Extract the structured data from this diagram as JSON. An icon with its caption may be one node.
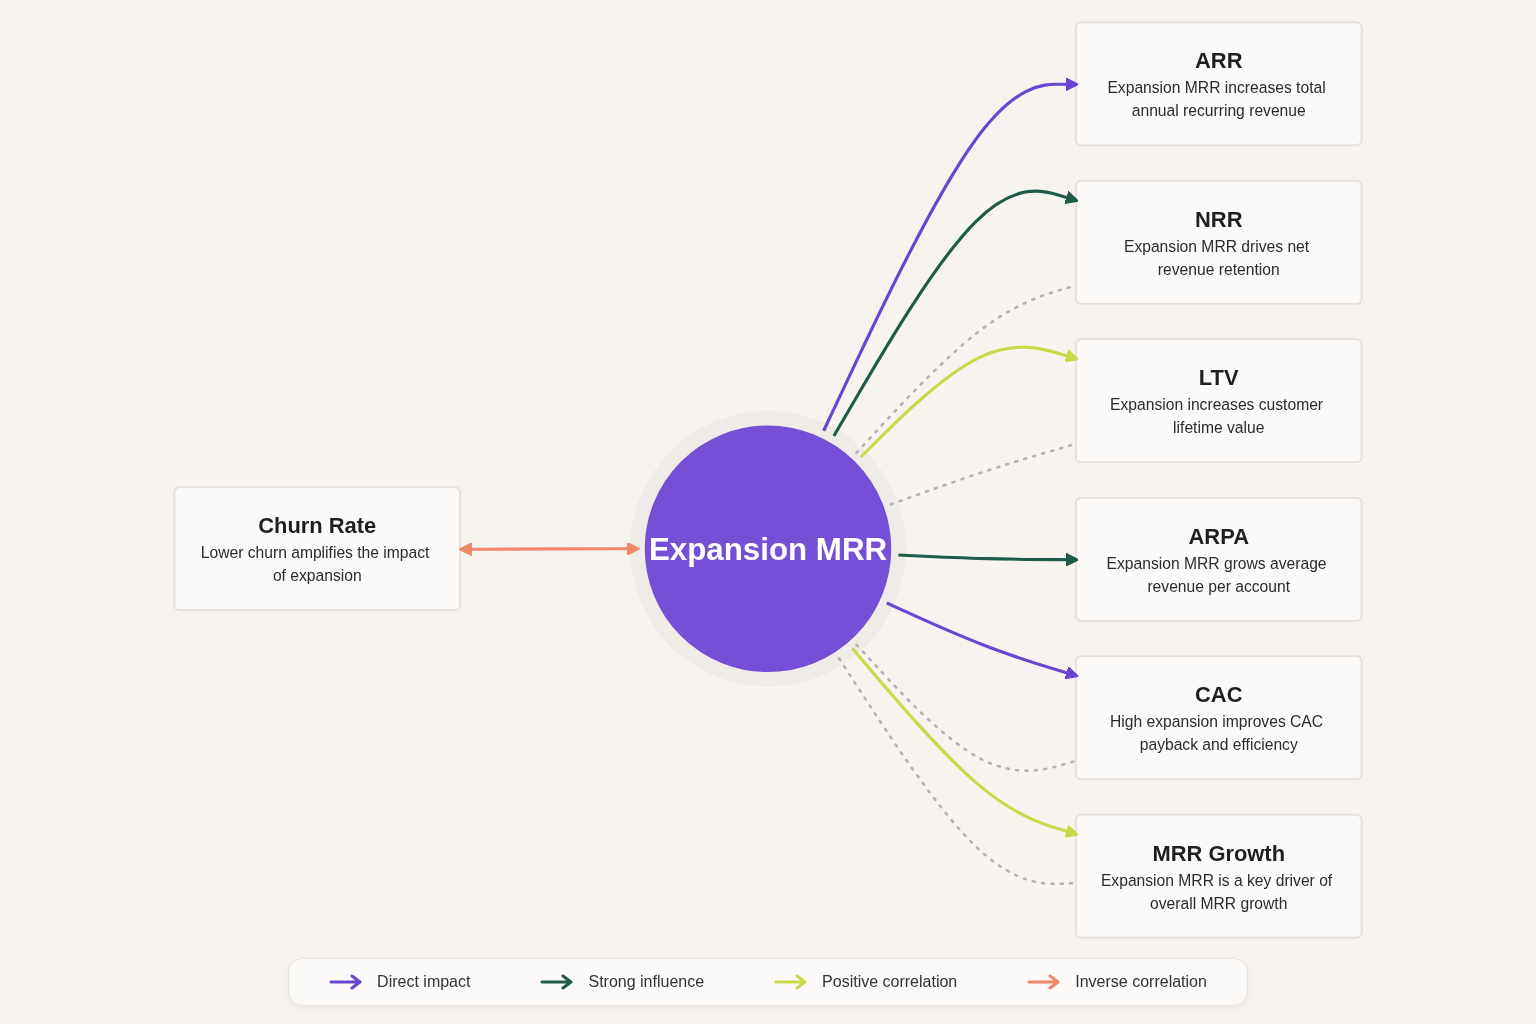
{
  "diagram": {
    "nodes": [
      {
        "text": [
          "ARR",
          "Expansion MRR increases total annual recurring revenue"
        ]
      },
      {
        "text": [
          "NRR",
          "Expansion MRR drives net revenue retention"
        ]
      },
      {
        "text": [
          "LTV",
          "Expansion increases customer lifetime value"
        ]
      },
      {
        "text": [
          "Expansion MRR"
        ]
      },
      {
        "text": [
          "Churn Rate",
          "Lower churn amplifies the impact of expansion"
        ]
      },
      {
        "text": [
          "ARPA",
          "Expansion MRR grows average revenue per account"
        ]
      },
      {
        "text": [
          "CAC",
          "High expansion improves CAC payback and efficiency"
        ]
      },
      {
        "text": [
          "MRR Growth",
          "Expansion MRR is a key driver of overall MRR growth"
        ]
      }
    ],
    "edges": [
      {
        "from": 3,
        "to": 0,
        "arrow": "to",
        "color": "#6a45d1"
      },
      {
        "from": 3,
        "to": 1,
        "arrow": "to",
        "color": "#1f5a4a"
      },
      {
        "from": 3,
        "to": 2,
        "arrow": "to",
        "color": "#c9d94a"
      },
      {
        "from": 4,
        "to": 3,
        "arrow": "both",
        "color": "#f0876a"
      },
      {
        "from": 3,
        "to": 5,
        "arrow": "to",
        "color": "#1f5a4a"
      },
      {
        "from": 3,
        "to": 6,
        "arrow": "to",
        "color": "#6a45d1"
      },
      {
        "from": 3,
        "to": 7,
        "arrow": "to",
        "color": "#c9d94a"
      },
      {
        "from": 3,
        "to": 1,
        "arrow": "none",
        "style": "dashed",
        "color": "#b3b3b3"
      },
      {
        "from": 3,
        "to": 2,
        "arrow": "none",
        "style": "dashed",
        "color": "#b3b3b3"
      },
      {
        "from": 3,
        "to": 6,
        "arrow": "none",
        "style": "dashed",
        "color": "#b3b3b3"
      },
      {
        "from": 3,
        "to": 7,
        "arrow": "none",
        "style": "dashed",
        "color": "#b3b3b3"
      }
    ],
    "legend": [
      {
        "text": "Direct impact"
      },
      {
        "text": "Strong influence"
      },
      {
        "text": "Positive correlation"
      },
      {
        "text": "Inverse correlation"
      }
    ]
  }
}
